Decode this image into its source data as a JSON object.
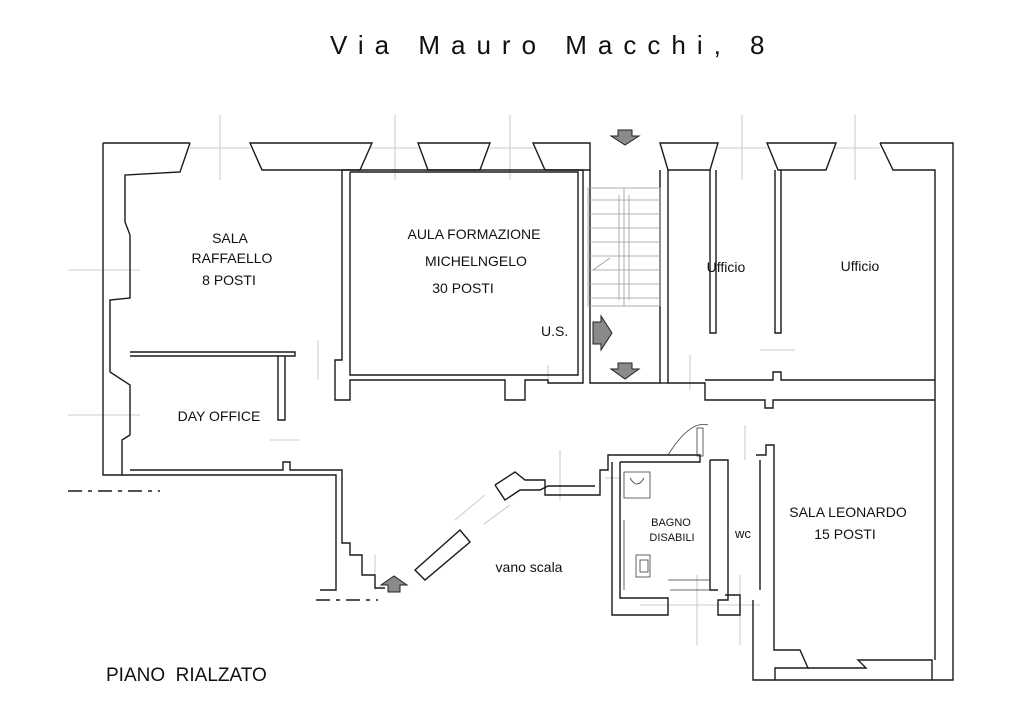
{
  "header": {
    "street": "Via Mauro Macchi, 8"
  },
  "footer": {
    "floor": "PIANO  RIALZATO"
  },
  "rooms": {
    "raffaello": {
      "line1": "SALA",
      "line2": "RAFFAELLO",
      "line3": "8 POSTI"
    },
    "michelangelo": {
      "line1": "AULA FORMAZIONE",
      "line2": "MICHELNGELO",
      "line3": "30 POSTI"
    },
    "exit": {
      "label": "U.S."
    },
    "ufficio1": {
      "label": "Ufficio"
    },
    "ufficio2": {
      "label": "Ufficio"
    },
    "day_office": {
      "label": "DAY OFFICE"
    },
    "bagno": {
      "line1": "BAGNO",
      "line2": "DISABILI"
    },
    "wc": {
      "label": "wc"
    },
    "leonardo": {
      "line1": "SALA LEONARDO",
      "line2": "15 POSTI"
    },
    "vano_scala": {
      "label": "vano scala"
    }
  }
}
